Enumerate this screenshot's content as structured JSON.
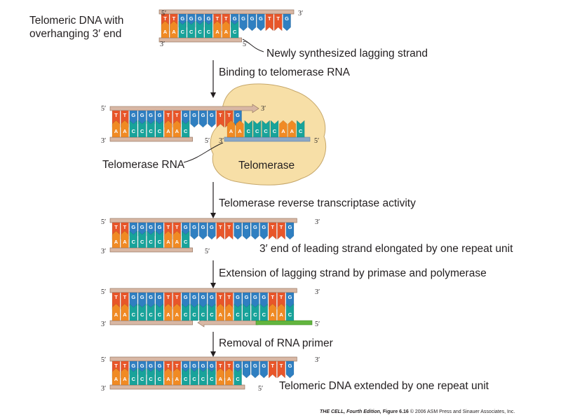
{
  "labels": {
    "stage1": "Telomeric DNA with\noverhanging 3′ end",
    "lagging": "Newly synthesized lagging strand",
    "step1": "Binding to telomerase RNA",
    "telomerase_rna": "Telomerase RNA",
    "telomerase": "Telomerase",
    "step2": "Telomerase reverse transcriptase activity",
    "leading_elongated": "3′ end of leading strand elongated by one repeat unit",
    "step3": "Extension of lagging strand by primase and polymerase",
    "step4": "Removal of RNA primer",
    "final": "Telomeric DNA extended by one repeat unit"
  },
  "ends": {
    "five": "5′",
    "three": "3′"
  },
  "credit": {
    "title": "THE CELL, Fourth Edition,",
    "figure": "Figure 6.16",
    "copyright": "© 2006 ASM Press and Sinauer Associates, Inc."
  },
  "colors": {
    "backbone": "#d8b7a4",
    "backbone_stroke": "#8a6a55",
    "T": "#e8562a",
    "G": "#2f7fc1",
    "A": "#f08a24",
    "C": "#18a39a",
    "rna": "#8aa7c7",
    "primer": "#62b53e",
    "telomerase": "#f7dfa7",
    "telomerase_stroke": "#c6a76a",
    "arrow": "#231f20"
  },
  "sequence": {
    "repeat": [
      "T",
      "T",
      "G",
      "G",
      "G",
      "G"
    ],
    "complement_repeat": [
      "A",
      "A",
      "C",
      "C",
      "C",
      "C"
    ],
    "stage1_top": [
      "T",
      "T",
      "G",
      "G",
      "G",
      "G",
      "T",
      "T",
      "G",
      "G",
      "G",
      "G",
      "T",
      "T",
      "G"
    ],
    "stage1_bottom": [
      "A",
      "A",
      "C",
      "C",
      "C",
      "C",
      "A",
      "A",
      "C"
    ],
    "stage2_top": [
      "T",
      "T",
      "G",
      "G",
      "G",
      "G",
      "T",
      "T",
      "G",
      "G",
      "G",
      "G",
      "T",
      "T",
      "G"
    ],
    "stage2_bottom": [
      "A",
      "A",
      "C",
      "C",
      "C",
      "C",
      "A",
      "A",
      "C"
    ],
    "stage2_rna": [
      "A",
      "A",
      "C",
      "C",
      "C",
      "C",
      "A",
      "A",
      "C"
    ],
    "stage3_top": [
      "T",
      "T",
      "G",
      "G",
      "G",
      "G",
      "T",
      "T",
      "G",
      "G",
      "G",
      "G",
      "T",
      "T",
      "G",
      "G",
      "G",
      "G",
      "T",
      "T",
      "G"
    ],
    "stage3_bottom": [
      "A",
      "A",
      "C",
      "C",
      "C",
      "C",
      "A",
      "A",
      "C"
    ],
    "stage4_top": [
      "T",
      "T",
      "G",
      "G",
      "G",
      "G",
      "T",
      "T",
      "G",
      "G",
      "G",
      "G",
      "T",
      "T",
      "G",
      "G",
      "G",
      "G",
      "T",
      "T",
      "G"
    ],
    "stage4_bottom": [
      "A",
      "A",
      "C",
      "C",
      "C",
      "C",
      "A",
      "A",
      "C",
      "C",
      "C",
      "C",
      "A",
      "A",
      "C",
      "C",
      "C",
      "C",
      "A",
      "A",
      "C"
    ],
    "stage5_top": [
      "T",
      "T",
      "G",
      "G",
      "G",
      "G",
      "T",
      "T",
      "G",
      "G",
      "G",
      "G",
      "T",
      "T",
      "G",
      "G",
      "G",
      "G",
      "T",
      "T",
      "G"
    ],
    "stage5_bottom": [
      "A",
      "A",
      "C",
      "C",
      "C",
      "C",
      "A",
      "A",
      "C",
      "C",
      "C",
      "C",
      "A",
      "A",
      "C"
    ]
  }
}
